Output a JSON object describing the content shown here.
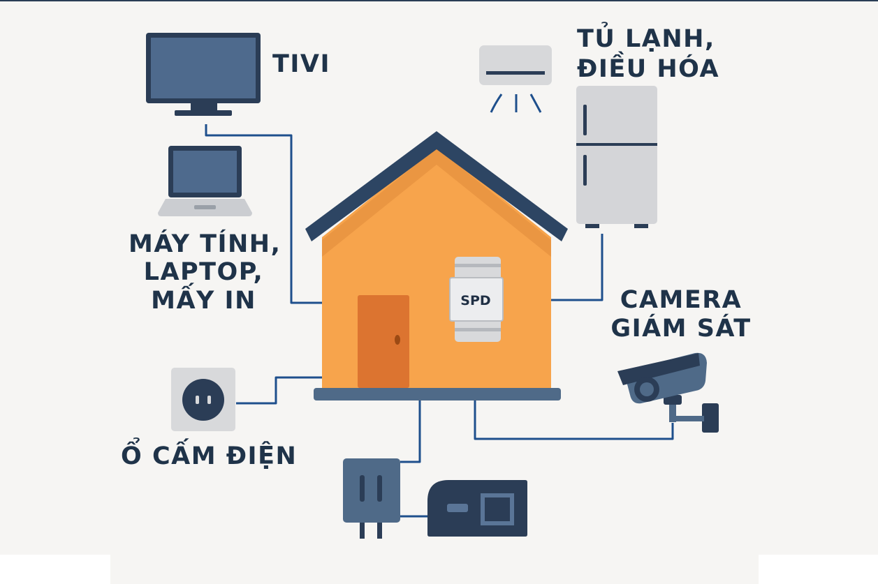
{
  "labels": {
    "tivi": "TIVI",
    "fridge_ac_line1": "TỦ LẠNH,",
    "fridge_ac_line2": "ĐIỀU HÓA",
    "computer_line1": "MÁY TÍNH,",
    "computer_line2": "LAPTOP,",
    "computer_line3": "MẤY IN",
    "camera_line1": "CAMERA",
    "camera_line2": "GIÁM SÁT",
    "socket": "Ổ CẤM ĐIỆN",
    "spd": "SPD"
  },
  "icons": [
    "tv-icon",
    "laptop-icon",
    "air-conditioner-icon",
    "refrigerator-icon",
    "house-icon",
    "spd-device-icon",
    "socket-icon",
    "security-camera-icon",
    "plug-icon",
    "meter-box-icon"
  ],
  "colors": {
    "background": "#f6f5f3",
    "wire": "#1e4f8c",
    "navy": "#2a3d55",
    "slate": "#4b6381",
    "house_wall": "#f7a44c",
    "house_roof": "#2d4563",
    "door": "#dc7430",
    "appliance_gray": "#d5d6d8"
  }
}
